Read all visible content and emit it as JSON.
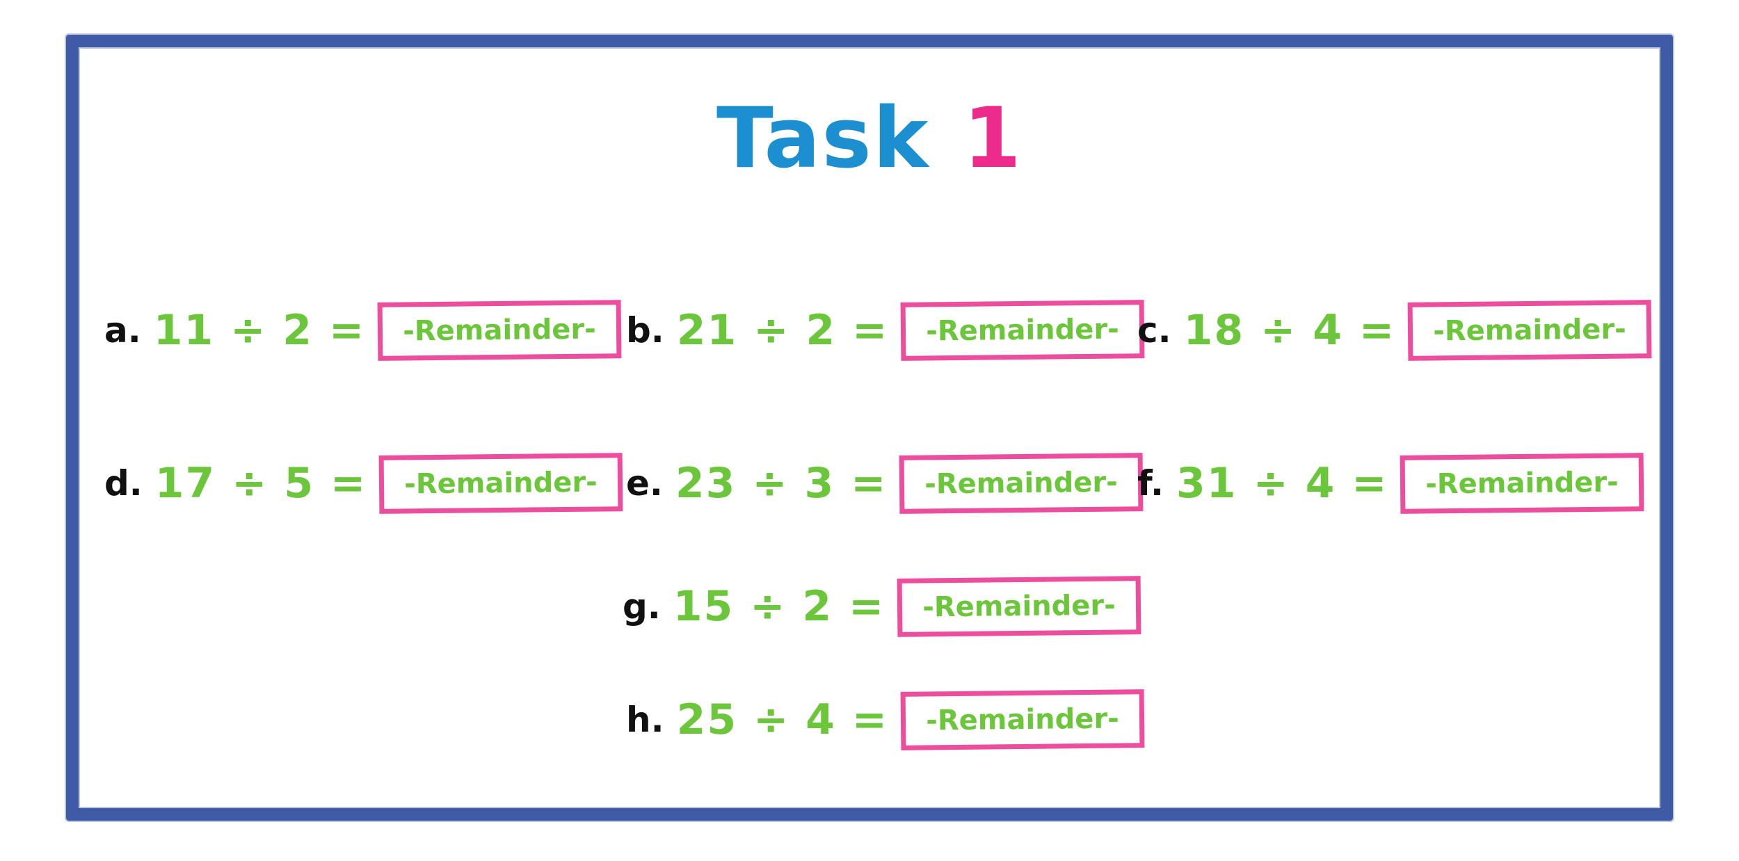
{
  "colors": {
    "frame": "#3f5ba6",
    "title_word": "#1b8fd0",
    "title_number": "#ec2b8c",
    "equation": "#6cc63b",
    "box_border": "#ec4d9c",
    "letter": "#111111"
  },
  "title": {
    "word": "Task",
    "number": "1"
  },
  "problems": [
    {
      "letter": "a.",
      "equation": "11 ÷ 2 =",
      "answer": "-Remainder-"
    },
    {
      "letter": "b.",
      "equation": "21 ÷ 2 =",
      "answer": "-Remainder-"
    },
    {
      "letter": "c.",
      "equation": "18 ÷ 4 =",
      "answer": "-Remainder-"
    },
    {
      "letter": "d.",
      "equation": "17 ÷ 5 =",
      "answer": "-Remainder-"
    },
    {
      "letter": "e.",
      "equation": "23 ÷ 3 =",
      "answer": "-Remainder-"
    },
    {
      "letter": "f.",
      "equation": "31 ÷ 4 =",
      "answer": "-Remainder-"
    },
    {
      "letter": "g.",
      "equation": "15 ÷ 2 =",
      "answer": "-Remainder-"
    },
    {
      "letter": "h.",
      "equation": "25 ÷ 4 =",
      "answer": "-Remainder-"
    }
  ]
}
